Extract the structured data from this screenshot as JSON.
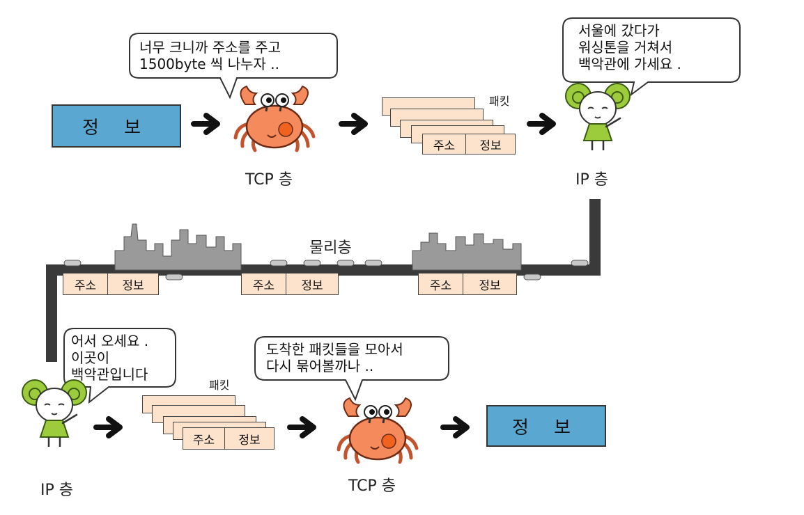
{
  "info_label": "정 보",
  "tcp_layer_label": "TCP 층",
  "ip_layer_label": "IP 층",
  "physical_layer_label": "물리층",
  "packet_label": "패킷",
  "packet_fields": {
    "address": "주소",
    "info": "정보"
  },
  "bubbles": {
    "sender_tcp": [
      "너무 크니까 주소를  주고",
      "1500byte 씩 나누자 .."
    ],
    "sender_ip": [
      "서울에 갔다가",
      "워싱톤을 거쳐서",
      "백악관에 가세요 ."
    ],
    "receiver_ip": [
      "어서 오세요 .",
      "이곳이",
      "백악관입니다"
    ],
    "receiver_tcp": [
      "도착한 패킷들을 모아서",
      "다시 묶어볼까나 .."
    ]
  },
  "colors": {
    "info_box": "#5aa7d1",
    "packet": "#fde3cc",
    "crab": "#f58a5d",
    "crab_spot": "#f0621e",
    "ip_character_hair": "#9ccc3c",
    "city": "#9a9a9a",
    "network_line": "#3a3a3a"
  },
  "icons": [
    "crab-tcp-icon",
    "ip-girl-icon",
    "arrow-right-icon",
    "city-skyline-icon",
    "speech-bubble-icon"
  ]
}
